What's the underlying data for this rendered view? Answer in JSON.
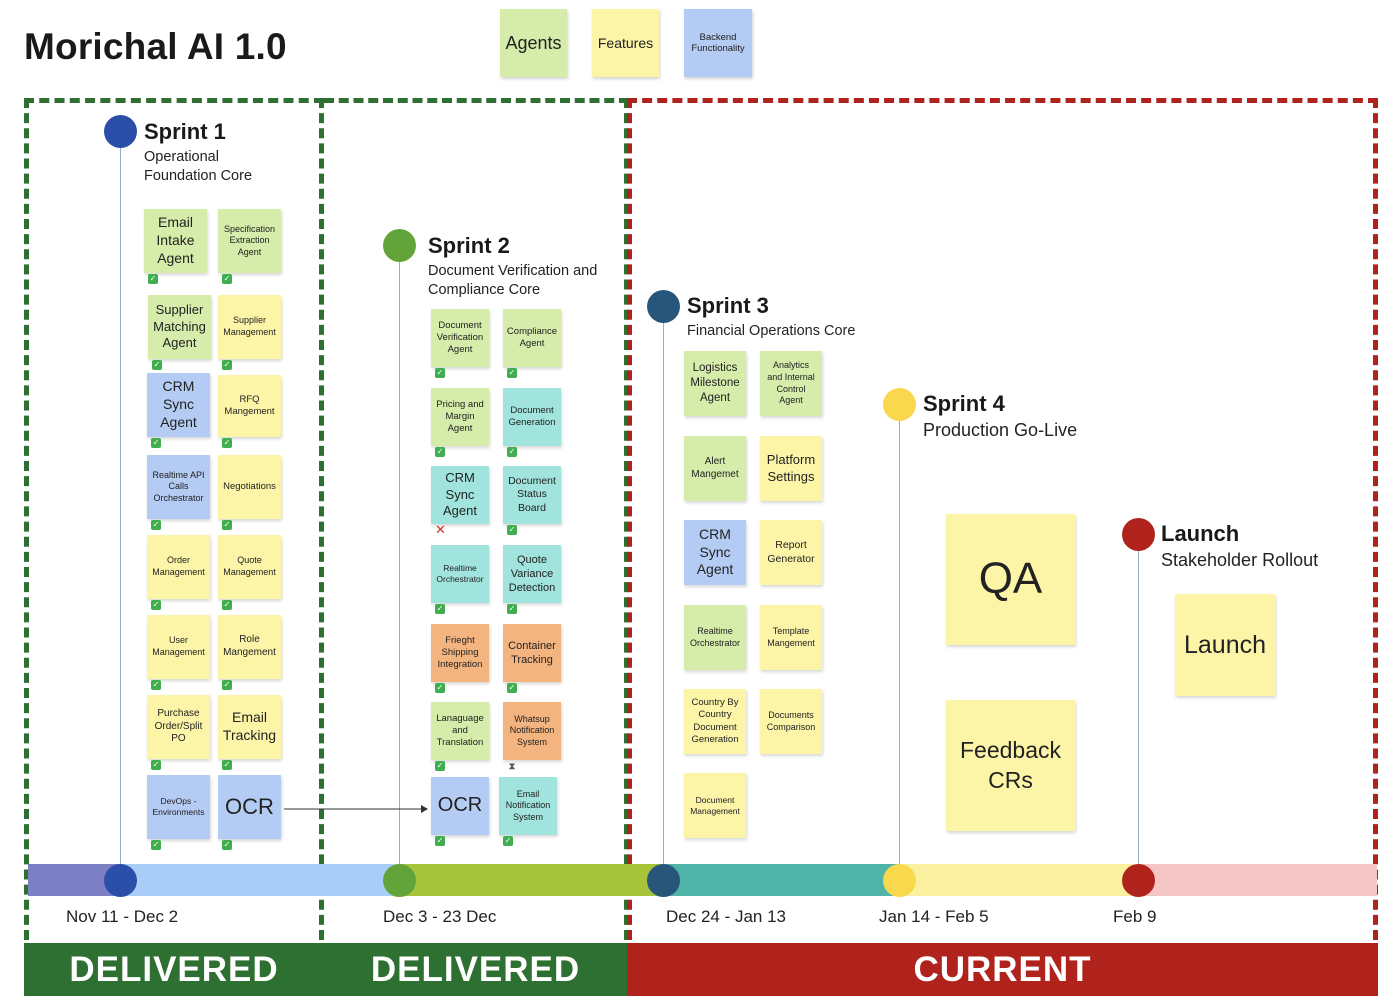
{
  "title": "Morichal AI 1.0",
  "legend": [
    {
      "label": "Agents",
      "color": "#d5ecaa"
    },
    {
      "label": "Features",
      "color": "#fcf5a8"
    },
    {
      "label": "Backend Functionality",
      "color": "#b4cbf3"
    }
  ],
  "sprints": [
    {
      "title": "Sprint 1",
      "subtitle": "Operational\nFoundation Core",
      "dot_color": "#2b4fa8"
    },
    {
      "title": "Sprint 2",
      "subtitle": "Document Verification and\nCompliance Core",
      "dot_color": "#62a33a"
    },
    {
      "title": "Sprint 3",
      "subtitle": "Financial Operations Core",
      "dot_color": "#27567a"
    },
    {
      "title": "Sprint 4",
      "subtitle": "Production Go-Live",
      "dot_color": "#f9d84e"
    },
    {
      "title": "Launch",
      "subtitle": "Stakeholder Rollout",
      "dot_color": "#b0231c"
    }
  ],
  "notes": {
    "s1": [
      {
        "text": "Email\nIntake\nAgent",
        "color": "g",
        "status": "check"
      },
      {
        "text": "Specification\nExtraction\nAgent",
        "color": "g",
        "status": "check"
      },
      {
        "text": "Supplier\nMatching\nAgent",
        "color": "g",
        "status": "check"
      },
      {
        "text": "Supplier\nManagement",
        "color": "y",
        "status": "check"
      },
      {
        "text": "CRM\nSync\nAgent",
        "color": "b",
        "status": "check"
      },
      {
        "text": "RFQ\nMangement",
        "color": "y",
        "status": "check"
      },
      {
        "text": "Realtime API\nCalls\nOrchestrator",
        "color": "b",
        "status": "check"
      },
      {
        "text": "Negotiations",
        "color": "y",
        "status": "check"
      },
      {
        "text": "Order\nManagement",
        "color": "y",
        "status": "check"
      },
      {
        "text": "Quote\nManagement",
        "color": "y",
        "status": "check"
      },
      {
        "text": "User\nManagement",
        "color": "y",
        "status": "check"
      },
      {
        "text": "Role\nMangement",
        "color": "y",
        "status": "check"
      },
      {
        "text": "Purchase\nOrder/Split\nPO",
        "color": "y",
        "status": "check"
      },
      {
        "text": "Email\nTracking",
        "color": "y",
        "status": "check"
      },
      {
        "text": "DevOps -\nEnvironments",
        "color": "b",
        "status": "check"
      },
      {
        "text": "OCR",
        "color": "b",
        "status": "check"
      }
    ],
    "s2": [
      {
        "text": "Document\nVerification\nAgent",
        "color": "g",
        "status": "check"
      },
      {
        "text": "Compliance\nAgent",
        "color": "g",
        "status": "check"
      },
      {
        "text": "Pricing and\nMargin\nAgent",
        "color": "g",
        "status": "check"
      },
      {
        "text": "Document\nGeneration",
        "color": "t",
        "status": "check"
      },
      {
        "text": "CRM\nSync\nAgent",
        "color": "t",
        "status": "cross"
      },
      {
        "text": "Document\nStatus\nBoard",
        "color": "t",
        "status": "check"
      },
      {
        "text": "Realtime\nOrchestrator",
        "color": "t",
        "status": "check"
      },
      {
        "text": "Quote\nVariance\nDetection",
        "color": "t",
        "status": "check"
      },
      {
        "text": "Frieght\nShipping\nIntegration",
        "color": "o",
        "status": "check"
      },
      {
        "text": "Container\nTracking",
        "color": "o",
        "status": "check"
      },
      {
        "text": "Lanaguage\nand\nTranslation",
        "color": "g",
        "status": "check"
      },
      {
        "text": "Whatsup\nNotification\nSystem",
        "color": "o",
        "status": "wait"
      },
      {
        "text": "OCR",
        "color": "b",
        "status": "check"
      },
      {
        "text": "Email\nNotification\nSystem",
        "color": "t",
        "status": "check"
      }
    ],
    "s3": [
      {
        "text": "Logistics\nMilestone\nAgent",
        "color": "g"
      },
      {
        "text": "Analytics\nand Internal\nControl\nAgent",
        "color": "g"
      },
      {
        "text": "Alert\nMangemet",
        "color": "g"
      },
      {
        "text": "Platform\nSettings",
        "color": "y"
      },
      {
        "text": "CRM\nSync\nAgent",
        "color": "b"
      },
      {
        "text": "Report\nGenerator",
        "color": "y"
      },
      {
        "text": "Realtime\nOrchestrator",
        "color": "g"
      },
      {
        "text": "Template\nMangement",
        "color": "y"
      },
      {
        "text": "Country By\nCountry\nDocument\nGeneration",
        "color": "y"
      },
      {
        "text": "Documents\nComparison",
        "color": "y"
      },
      {
        "text": "Document\nManagement",
        "color": "y"
      }
    ],
    "s4": [
      {
        "text": "QA",
        "color": "y"
      },
      {
        "text": "Feedback\nCRs",
        "color": "y"
      }
    ],
    "launch": [
      {
        "text": "Launch",
        "color": "y"
      }
    ]
  },
  "dates": [
    "Nov 11 - Dec 2",
    "Dec 3 - 23 Dec",
    "Dec 24 - Jan 13",
    "Jan 14 - Feb 5",
    "Feb 9"
  ],
  "banners": [
    {
      "label": "DELIVERED",
      "color": "#2e7032"
    },
    {
      "label": "DELIVERED",
      "color": "#2e7032"
    },
    {
      "label": "CURRENT",
      "color": "#b0231c"
    }
  ],
  "timeline_colors": [
    "#7c7fc4",
    "#a9cdf6",
    "#a8c43a",
    "#4fb3a8",
    "#f9f0a0",
    "#f5c6c6"
  ]
}
